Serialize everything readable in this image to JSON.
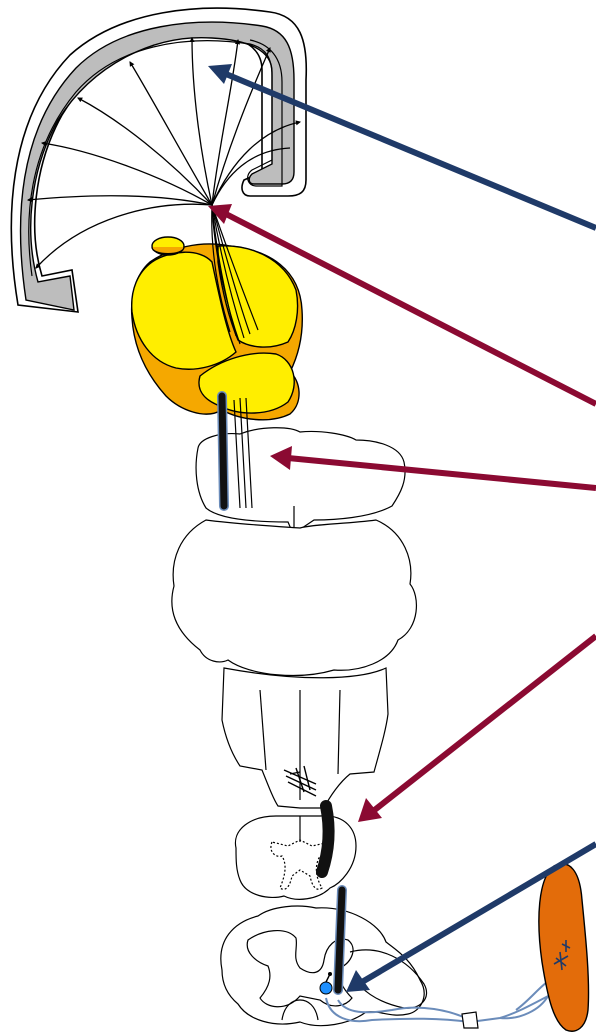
{
  "diagram": {
    "colors": {
      "outline": "#000000",
      "cortex_band": "#bdbdbd",
      "thalamus_fill": "#ffee00",
      "thalamus_shadow": "#f5a800",
      "tract": "#111111",
      "tract_blue": "#6b8cba",
      "arrow_blue": "#1f3a68",
      "arrow_red": "#8b0a32",
      "muscle": "#e36c0a",
      "nerve": "#6b8cba",
      "neuron_dot": "#1e90ff"
    },
    "structures": [
      "cerebral-cortex",
      "internal-capsule-fibers",
      "thalamus",
      "midbrain",
      "pons",
      "medulla",
      "pyramidal-decussation",
      "upper-spinal-cord",
      "lower-spinal-cord",
      "peripheral-nerve",
      "skeletal-muscle"
    ],
    "pointer_arrows": [
      {
        "name": "arrow-to-cortex-fibers",
        "color": "blue"
      },
      {
        "name": "arrow-to-internal-capsule",
        "color": "red"
      },
      {
        "name": "arrow-to-midbrain-tract",
        "color": "red"
      },
      {
        "name": "arrow-to-lateral-corticospinal-tract",
        "color": "red"
      },
      {
        "name": "arrow-to-lower-motor-neuron",
        "color": "blue"
      }
    ]
  }
}
